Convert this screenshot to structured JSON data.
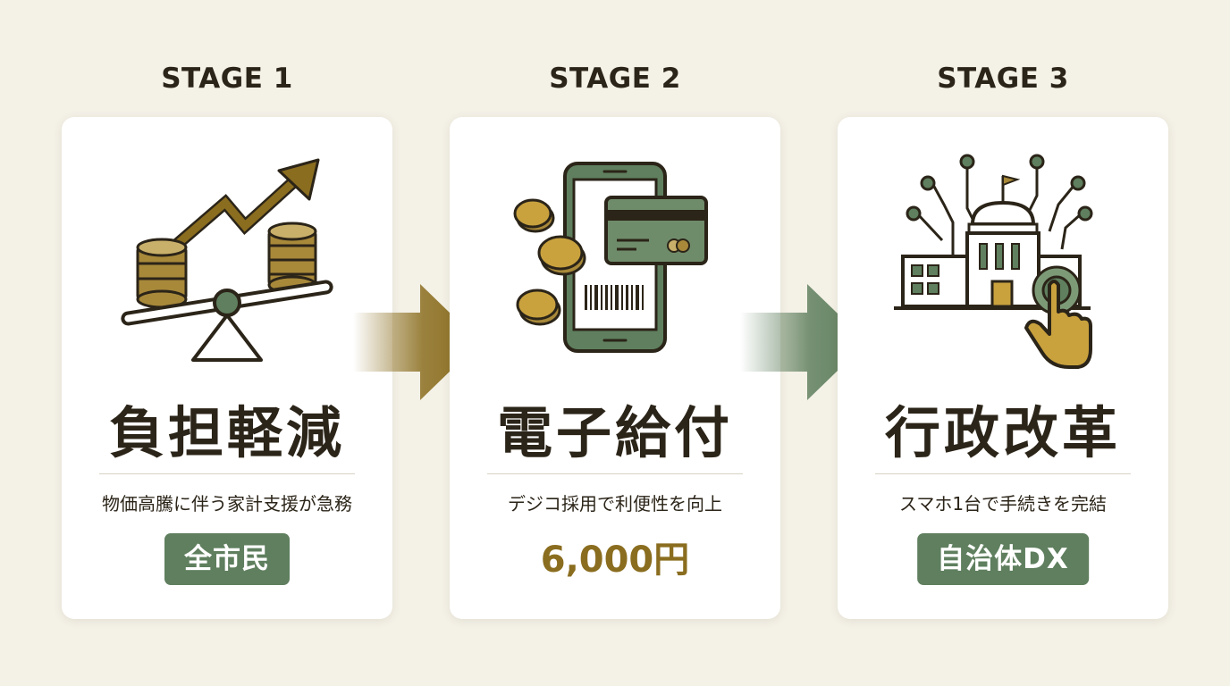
{
  "stages": [
    {
      "label": "STAGE 1",
      "icon": "seesaw-coins-rising-arrow-icon",
      "title": "負担軽減",
      "description": "物価高騰に伴う家計支援が急務",
      "badge": "全市民"
    },
    {
      "label": "STAGE 2",
      "icon": "smartphone-card-coins-icon",
      "title": "電子給付",
      "description": "デジコ採用で利便性を向上",
      "amount": "6,000円"
    },
    {
      "label": "STAGE 3",
      "icon": "city-hall-tap-hand-icon",
      "title": "行政改革",
      "description": "スマホ1台で手続きを完結",
      "badge": "自治体DX"
    }
  ],
  "arrows": [
    {
      "icon": "right-arrow-icon",
      "color": "#8a6d1f"
    },
    {
      "icon": "right-arrow-icon",
      "color": "#5f7f5e"
    }
  ],
  "colors": {
    "background": "#f4f1e7",
    "card": "#ffffff",
    "gold": "#8a6d1f",
    "green": "#5f7f5e",
    "text": "#2b2418"
  }
}
